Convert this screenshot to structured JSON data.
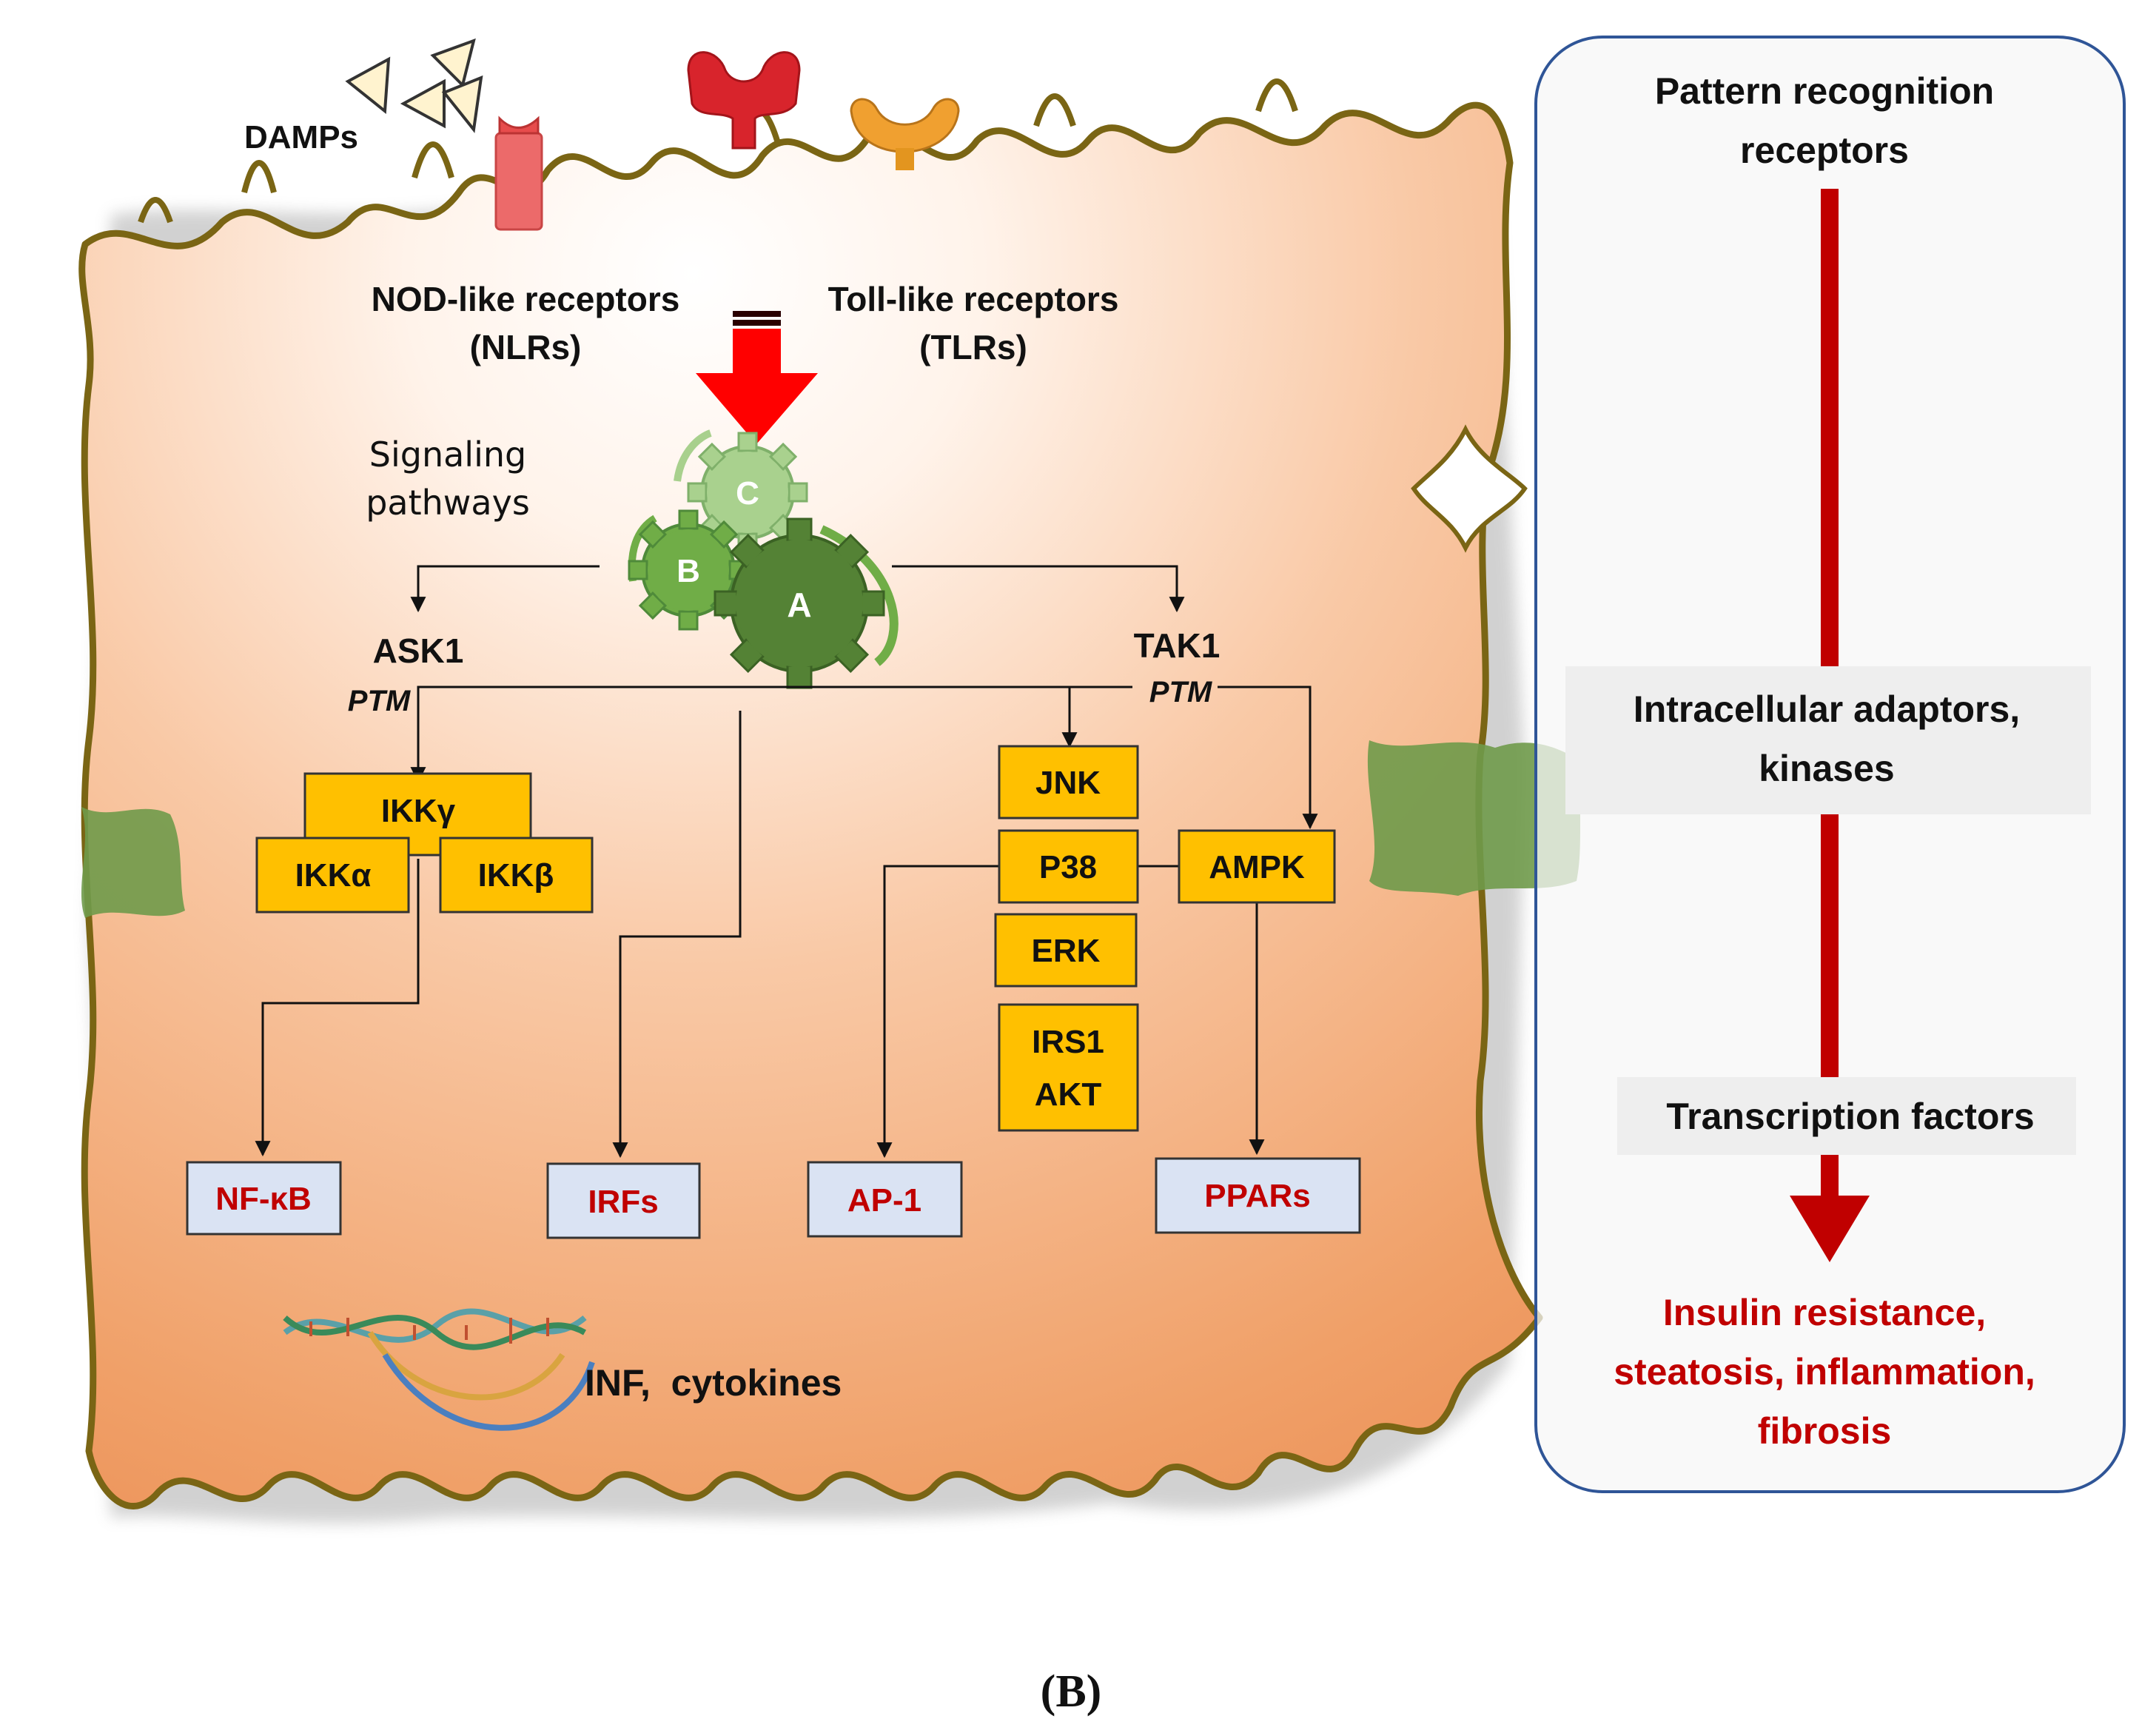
{
  "figure": {
    "panel_label": "(B)"
  },
  "cell": {
    "damps": "DAMPs",
    "nlr_line1": "NOD-like receptors",
    "nlr_line2": "(NLRs)",
    "tlr_line1": "Toll-like receptors",
    "tlr_line2": "(TLRs)",
    "signaling_line1": "Signaling",
    "signaling_line2": "pathways",
    "gears": [
      "A",
      "B",
      "C"
    ],
    "ask1": "ASK1",
    "tak1": "TAK1",
    "ptm": "PTM",
    "kinases": {
      "ikk_gamma": "IKKγ",
      "ikk_alpha": "IKKα",
      "ikk_beta": "IKKβ",
      "jnk": "JNK",
      "p38": "P38",
      "erk": "ERK",
      "irs1": "IRS1",
      "akt": "AKT",
      "ampk": "AMPK"
    },
    "transcription_factors": {
      "nfkb": "NF-κB",
      "irfs": "IRFs",
      "ap1": "AP-1",
      "ppars": "PPARs"
    },
    "output": "INF,  cytokines"
  },
  "side_panel": {
    "step1_line1": "Pattern recognition",
    "step1_line2": "receptors",
    "step2_line1": "Intracellular adaptors,",
    "step2_line2": "kinases",
    "step3": "Transcription factors",
    "outcome_line1": "Insulin resistance,",
    "outcome_line2": "steatosis, inflammation,",
    "outcome_line3": "fibrosis"
  },
  "colors": {
    "membrane": "#7a6514",
    "kinase_fill": "#ffc000",
    "tf_fill": "#dae3f3",
    "tf_text": "#c00000",
    "red_arrow": "#c00000",
    "gear_dark": "#4f8a3a",
    "junction_green": "#6f9a4a"
  }
}
